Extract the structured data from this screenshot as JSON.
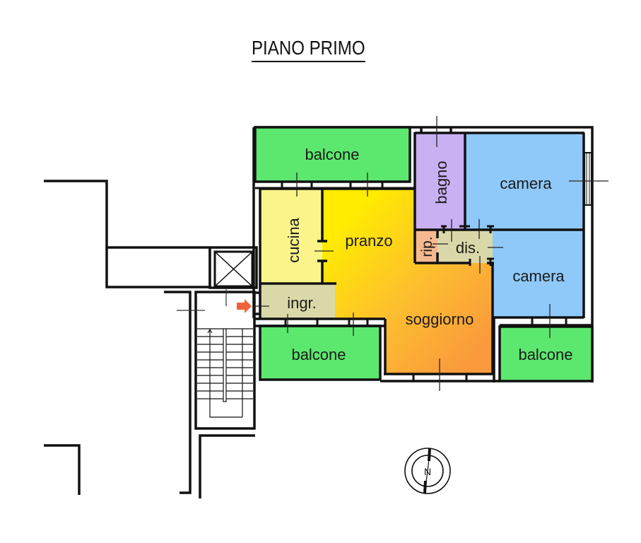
{
  "title": "PIANO PRIMO",
  "rooms": {
    "balcone_top": {
      "label": "balcone",
      "color": "#5ce86e"
    },
    "cucina": {
      "label": "cucina",
      "color": "#fbf48a"
    },
    "pranzo": {
      "label": "pranzo",
      "color": "#ffe800"
    },
    "soggiorno": {
      "label": "soggiorno",
      "color": "#fba843"
    },
    "ingr": {
      "label": "ingr.",
      "color": "#dad8a8"
    },
    "bagno": {
      "label": "bagno",
      "color": "#c9b0f2"
    },
    "camera_top": {
      "label": "camera",
      "color": "#8ec9fa"
    },
    "rip": {
      "label": "rip.",
      "color": "#f6b98f"
    },
    "dis": {
      "label": "dis.",
      "color": "#dad8a8"
    },
    "camera_bottom": {
      "label": "camera",
      "color": "#8ec9fa"
    },
    "balcone_left": {
      "label": "balcone",
      "color": "#5ce86e"
    },
    "balcone_right": {
      "label": "balcone",
      "color": "#5ce86e"
    }
  },
  "symbols": {
    "entry_arrow_color": "#f0623a",
    "elevator": "elevator-shaft",
    "staircase": "staircase",
    "north_label": "N"
  },
  "colors": {
    "wall": "#111111",
    "gradient_start": "#ffec00",
    "gradient_end": "#fa9a3c"
  }
}
